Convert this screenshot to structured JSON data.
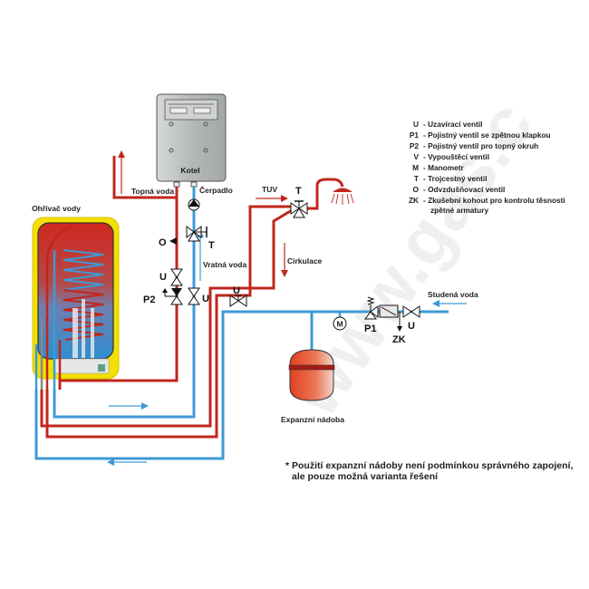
{
  "labels": {
    "boiler": "Kotel",
    "heater": "Ohřívač vody",
    "heating_water": "Topná voda",
    "pump": "Čerpadlo",
    "return_water": "Vratná voda",
    "hot_water": "TUV",
    "circulation": "Cirkulace",
    "cold_water": "Studená voda",
    "expansion_tank": "Expanzní nádoba",
    "manometer": "M",
    "valve_t_top": "T",
    "valve_t_return": "T",
    "valve_o": "O",
    "valve_u_left": "U",
    "valve_u_right": "U",
    "valve_p2": "P2",
    "valve_u_circ": "U",
    "valve_p1": "P1",
    "valve_zk": "ZK",
    "valve_u_cold": "U"
  },
  "legend": [
    {
      "code": "U",
      "text": "- Uzavírací ventil"
    },
    {
      "code": "P1",
      "text": "- Pojistný ventil se zpětnou klapkou"
    },
    {
      "code": "P2",
      "text": "- Pojistný ventil pro topný okruh"
    },
    {
      "code": "V",
      "text": "- Vypouštěcí ventil"
    },
    {
      "code": "M",
      "text": "- Manometr"
    },
    {
      "code": "T",
      "text": "- Trojcestný ventil"
    },
    {
      "code": "O",
      "text": "- Odvzdušňovací ventil"
    },
    {
      "code": "ZK",
      "text": "- Zkušební kohout pro kontrolu těsnosti"
    },
    {
      "code": "",
      "text": "zpětné armatury"
    }
  ],
  "note": {
    "line1": "* Použití expanzní nádoby není podmínkou správného zapojení,",
    "line2": "ale pouze možná varianta řešení"
  },
  "watermark": "www.gas.c",
  "colors": {
    "hot": "#c0271c",
    "cold": "#3d9ad4",
    "heater_shell": "#f4e000",
    "boiler": "#b9bcbd"
  }
}
